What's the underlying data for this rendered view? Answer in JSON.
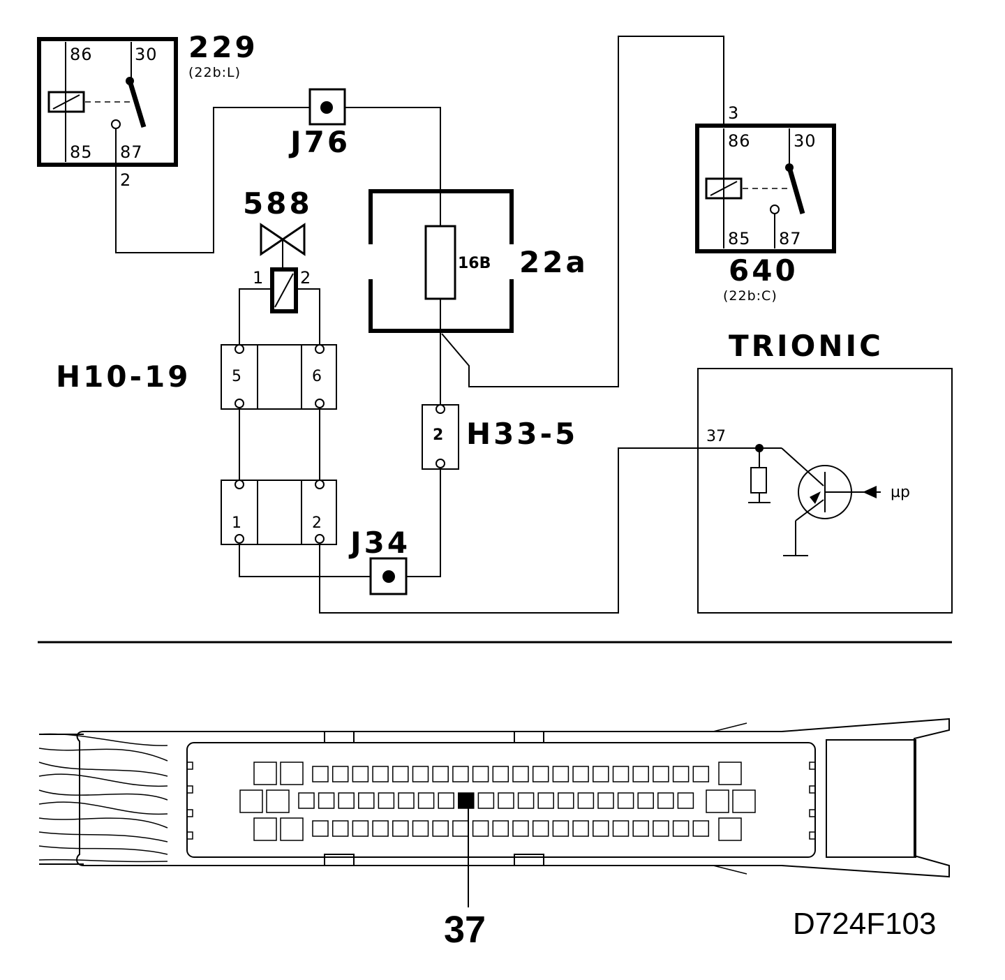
{
  "relay229": {
    "label": "229",
    "location": "(22b:L)",
    "pin86": "86",
    "pin30": "30",
    "pin85": "85",
    "pin87": "87",
    "wire_pin": "2"
  },
  "relay640": {
    "label": "640",
    "location": "(22b:C)",
    "pin86": "86",
    "pin30": "30",
    "pin85": "85",
    "pin87": "87",
    "wire_pin": "3"
  },
  "junction_j76": {
    "label": "J76"
  },
  "junction_j34": {
    "label": "J34"
  },
  "valve588": {
    "label": "588",
    "pin1": "1",
    "pin2": "2"
  },
  "fusebox": {
    "label": "22a",
    "fuse": "16B"
  },
  "connector_h10_19": {
    "label": "H10-19",
    "upper_left": "5",
    "upper_right": "6",
    "lower_left": "1",
    "lower_right": "2"
  },
  "connector_h33_5": {
    "label": "H33-5",
    "pin": "2"
  },
  "trionic": {
    "label": "TRIONIC",
    "pin": "37",
    "mp_label": "µp"
  },
  "connector_view": {
    "pin_callout": "37",
    "figure_code": "D724F103"
  }
}
